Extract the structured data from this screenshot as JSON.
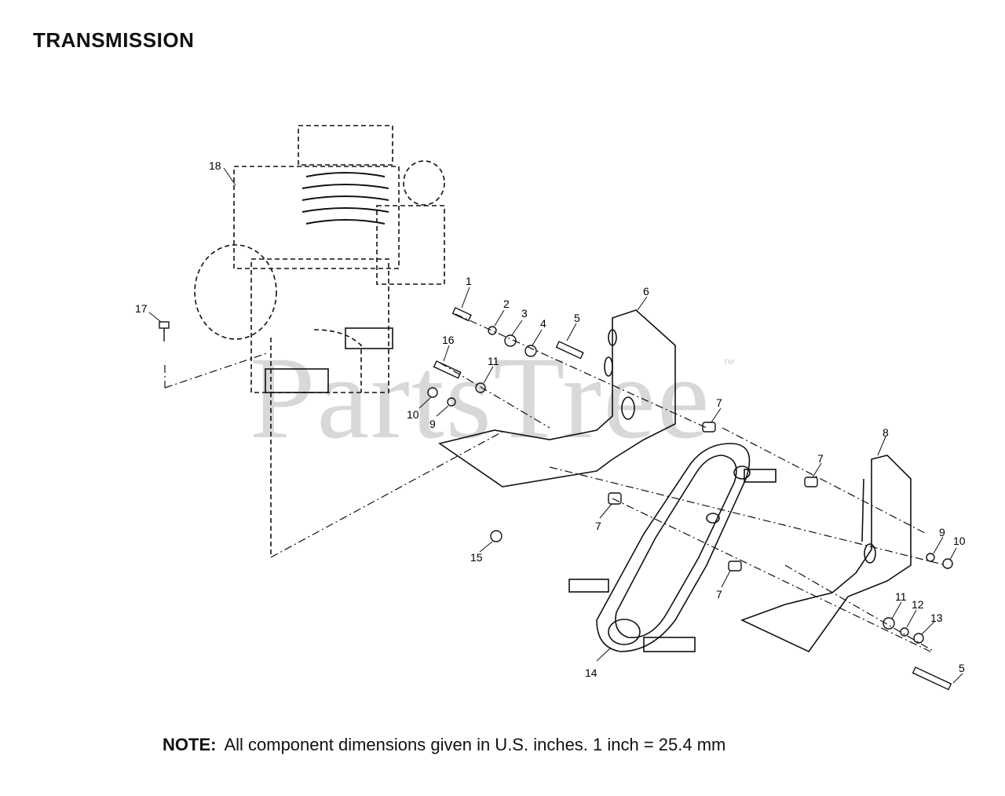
{
  "title": "TRANSMISSION",
  "watermark": "PartsTree",
  "watermark_tm": "™",
  "note": {
    "label": "NOTE:",
    "text": "All component dimensions given in U.S. inches.  1 inch = 25.4 mm"
  },
  "callouts": [
    "18",
    "17",
    "1",
    "2",
    "3",
    "4",
    "5",
    "6",
    "16",
    "11",
    "10",
    "9",
    "7",
    "8",
    "7",
    "7",
    "15",
    "7",
    "9",
    "10",
    "11",
    "12",
    "13",
    "14",
    "5"
  ]
}
